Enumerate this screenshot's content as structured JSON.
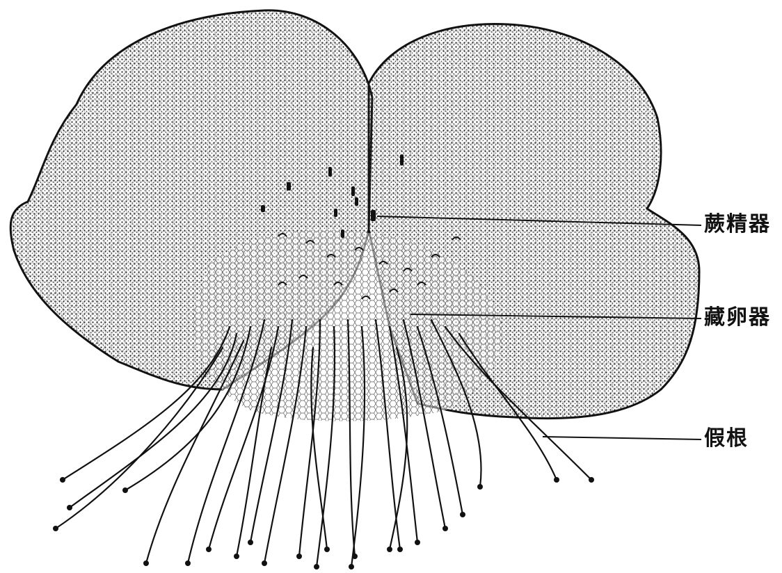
{
  "labels": {
    "antheridium": "蕨精器",
    "archegonium": "藏卵器",
    "rhizoid": "假根"
  },
  "colors": {
    "ink": "#111111",
    "paper": "#ffffff"
  }
}
